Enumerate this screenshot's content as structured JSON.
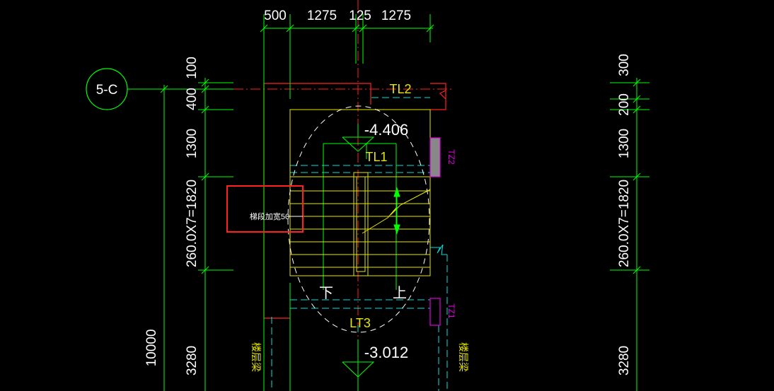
{
  "drawing": {
    "axis_bubble": "5-C",
    "top_dimensions": [
      "500",
      "1275",
      "125",
      "1275"
    ],
    "left_dimensions": [
      "100",
      "400",
      "1300",
      "260.0X7=1820",
      "3280",
      "10000"
    ],
    "right_dimensions": [
      "300",
      "200",
      "1300",
      "260.0X7=1820",
      "3280"
    ],
    "beam_tl2": "TL2",
    "beam_tl1": "TL1",
    "beam_lt3": "LT3",
    "elevation_top": "-4.406",
    "elevation_bottom": "-3.012",
    "column_tz2": "TZ2",
    "column_tz1": "TZ1",
    "callout_text": "梯段加宽50",
    "down_label": "下",
    "up_label": "上",
    "floor_beam_left": "楼层梁",
    "floor_beam_right": "楼层梁"
  },
  "colors": {
    "background": "#000000",
    "dimension": "#00ff00",
    "stair": "#e6e600",
    "beam_dashed": "#00e0e0",
    "wall_red": "#ff2020",
    "column_magenta": "#e000e0",
    "highlight_box": "#ff2020",
    "text_white": "#ffffff"
  }
}
